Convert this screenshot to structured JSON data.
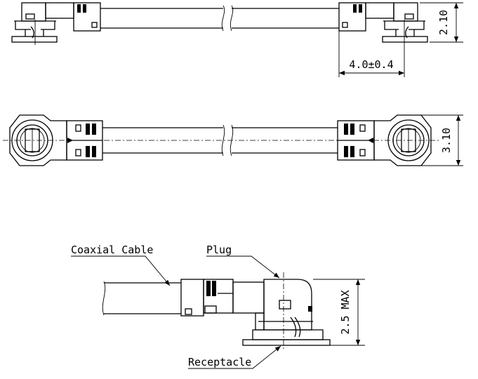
{
  "dimensions": {
    "top_height": "2.10",
    "top_length": "4.0±0.4",
    "middle_width": "3.10",
    "bottom_height": "2.5 MAX"
  },
  "callouts": {
    "coaxial_cable": "Coaxial Cable",
    "plug": "Plug",
    "receptacle": "Receptacle"
  }
}
